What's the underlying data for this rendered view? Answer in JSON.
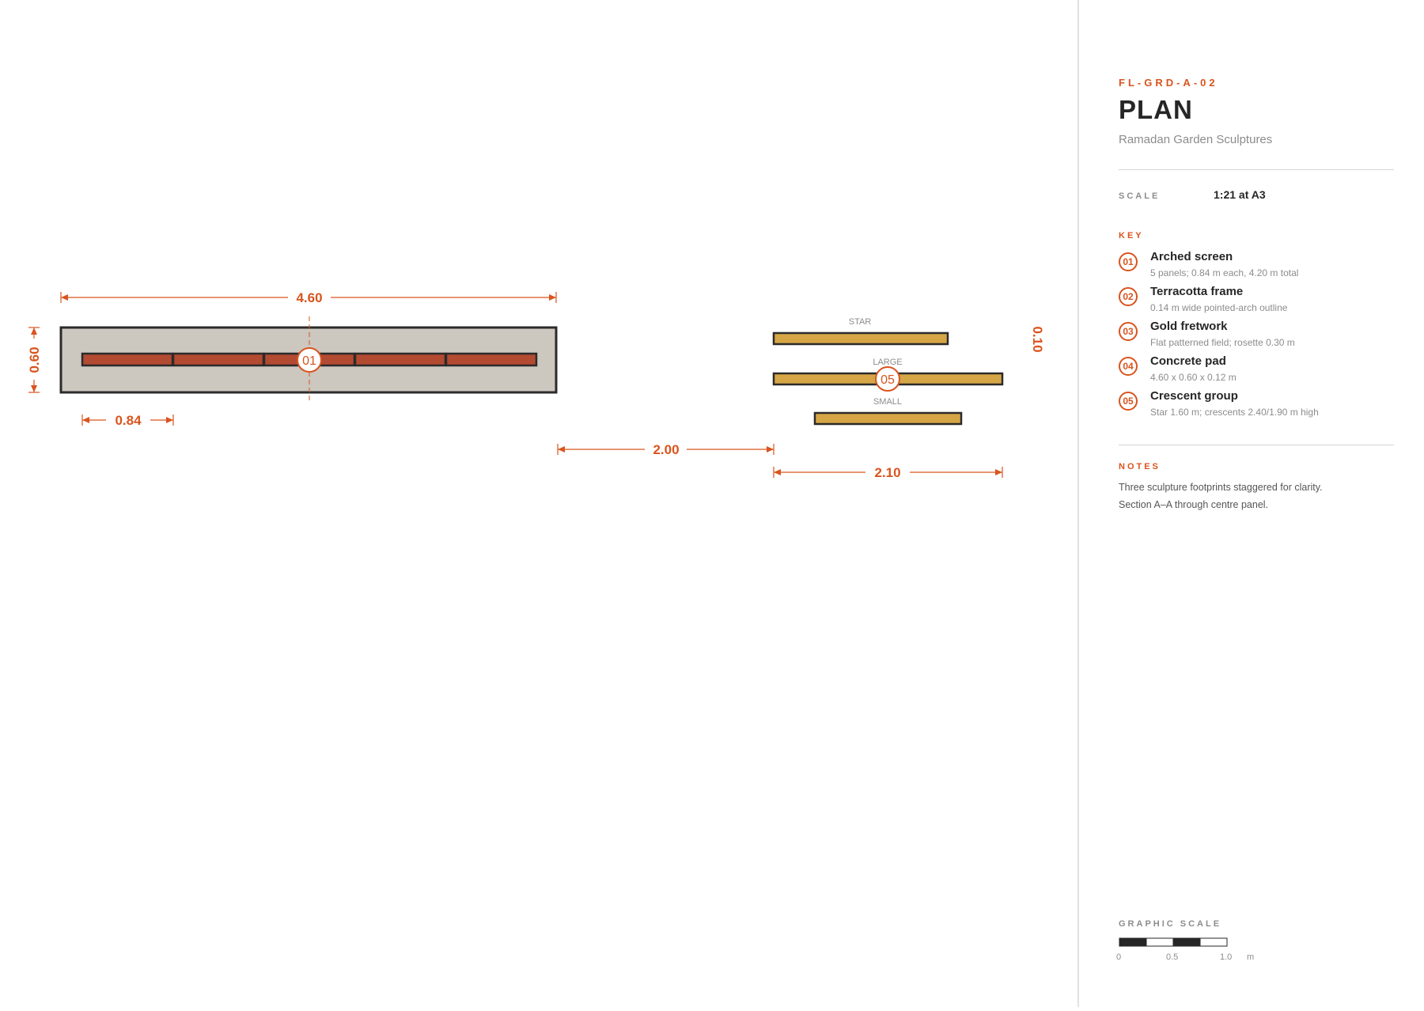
{
  "drawing": {
    "dims": {
      "overall_length": "4.60",
      "pad_width": "0.60",
      "panel_width": "0.84",
      "gap": "2.00",
      "crescent_span": "2.10",
      "crescent_thickness": "0.10"
    },
    "callouts": {
      "screen": "01",
      "crescent": "05"
    },
    "crescent_labels": {
      "star": "STAR",
      "large": "LARGE",
      "small": "SMALL"
    },
    "colors": {
      "accent": "#d9541e",
      "concrete": "#ccc7bf",
      "terracotta": "#b34a32",
      "gold": "#d6a646",
      "outline": "#2b2b2b"
    }
  },
  "sheet": {
    "code": "FL-GRD-A-02",
    "title": "PLAN",
    "subtitle": "Ramadan Garden Sculptures",
    "scale_label": "SCALE",
    "scale_value": "1:21 at A3",
    "key_label": "KEY",
    "key": [
      {
        "num": "01",
        "name": "Arched screen",
        "desc": "5 panels; 0.84 m each, 4.20 m total"
      },
      {
        "num": "02",
        "name": "Terracotta frame",
        "desc": "0.14 m wide pointed-arch outline"
      },
      {
        "num": "03",
        "name": "Gold fretwork",
        "desc": "Flat patterned field; rosette 0.30 m"
      },
      {
        "num": "04",
        "name": "Concrete pad",
        "desc": "4.60 x 0.60 x 0.12 m"
      },
      {
        "num": "05",
        "name": "Crescent group",
        "desc": "Star 1.60 m; crescents 2.40/1.90 m high"
      }
    ],
    "notes_label": "NOTES",
    "notes": [
      "Three sculpture footprints staggered for clarity.",
      "Section A–A through centre panel."
    ],
    "graphic_scale_label": "GRAPHIC SCALE",
    "graphic_scale_ticks": [
      "0",
      "0.5",
      "1.0"
    ],
    "graphic_scale_unit": "m"
  }
}
